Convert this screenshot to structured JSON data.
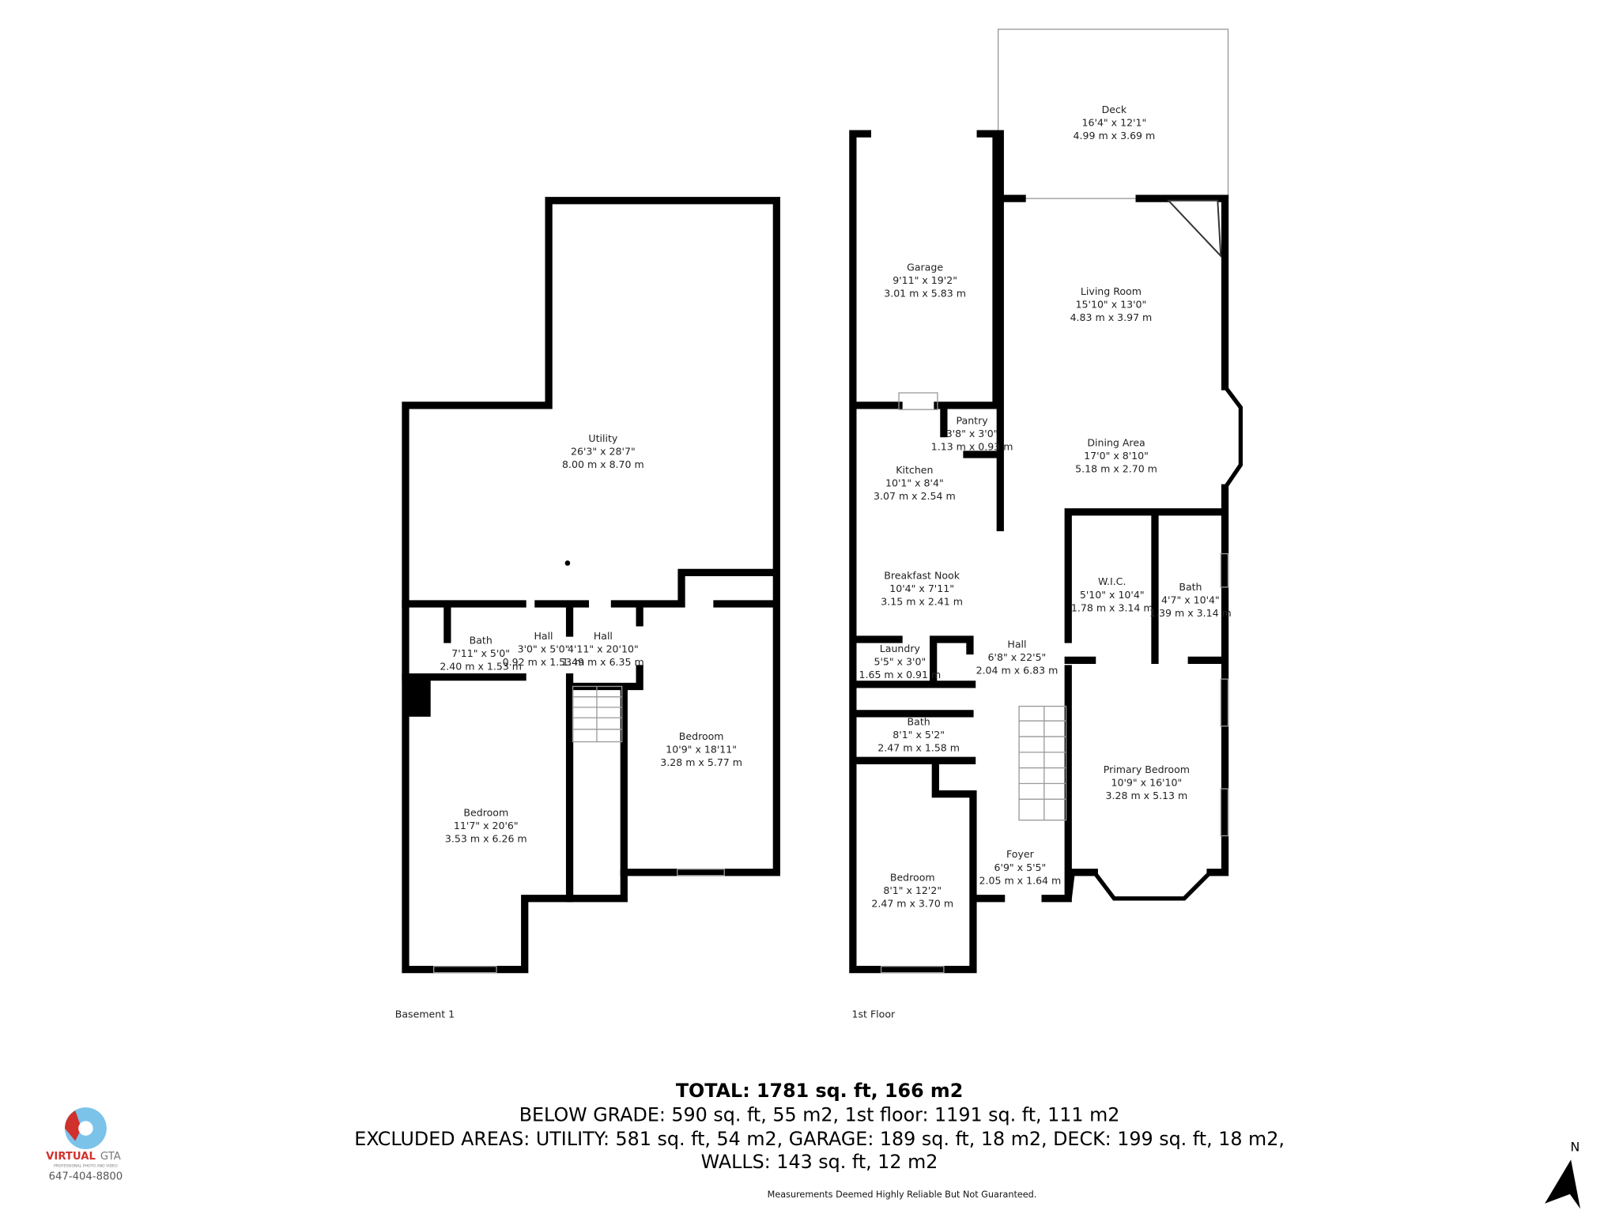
{
  "floors": [
    {
      "label": "Basement 1",
      "rooms": [
        {
          "name": "Utility",
          "imperial": "26'3\" x 28'7\"",
          "metric": "8.00 m x 8.70 m"
        },
        {
          "name": "Bath",
          "imperial": "7'11\" x 5'0\"",
          "metric": "2.40 m x 1.53 m"
        },
        {
          "name": "Hall",
          "imperial": "3'0\" x 5'0\"",
          "metric": "0.92 m x 1.53 m"
        },
        {
          "name": "Hall",
          "imperial": "4'11\" x 20'10\"",
          "metric": "1.49 m x 6.35 m"
        },
        {
          "name": "Bedroom",
          "imperial": "10'9\" x 18'11\"",
          "metric": "3.28 m x 5.77 m"
        },
        {
          "name": "Bedroom",
          "imperial": "11'7\" x 20'6\"",
          "metric": "3.53 m x 6.26 m"
        }
      ]
    },
    {
      "label": "1st Floor",
      "rooms": [
        {
          "name": "Deck",
          "imperial": "16'4\" x 12'1\"",
          "metric": "4.99 m x 3.69 m"
        },
        {
          "name": "Garage",
          "imperial": "9'11\" x 19'2\"",
          "metric": "3.01 m x 5.83 m"
        },
        {
          "name": "Living Room",
          "imperial": "15'10\" x 13'0\"",
          "metric": "4.83 m x 3.97 m"
        },
        {
          "name": "Pantry",
          "imperial": "3'8\" x 3'0\"",
          "metric": "1.13 m x 0.93 m"
        },
        {
          "name": "Kitchen",
          "imperial": "10'1\" x 8'4\"",
          "metric": "3.07 m x 2.54 m"
        },
        {
          "name": "Dining Area",
          "imperial": "17'0\" x 8'10\"",
          "metric": "5.18 m x 2.70 m"
        },
        {
          "name": "Breakfast Nook",
          "imperial": "10'4\" x 7'11\"",
          "metric": "3.15 m x 2.41 m"
        },
        {
          "name": "W.I.C.",
          "imperial": "5'10\" x 10'4\"",
          "metric": "1.78 m x 3.14 m"
        },
        {
          "name": "Bath",
          "imperial": "4'7\" x 10'4\"",
          "metric": "1.39 m x 3.14 m"
        },
        {
          "name": "Laundry",
          "imperial": "5'5\" x 3'0\"",
          "metric": "1.65 m x 0.91 m"
        },
        {
          "name": "Hall",
          "imperial": "6'8\" x 22'5\"",
          "metric": "2.04 m x 6.83 m"
        },
        {
          "name": "Bath",
          "imperial": "8'1\" x 5'2\"",
          "metric": "2.47 m x 1.58 m"
        },
        {
          "name": "Primary Bedroom",
          "imperial": "10'9\" x 16'10\"",
          "metric": "3.28 m x 5.13 m"
        },
        {
          "name": "Bedroom",
          "imperial": "8'1\" x 12'2\"",
          "metric": "2.47 m x 3.70 m"
        },
        {
          "name": "Foyer",
          "imperial": "6'9\" x 5'5\"",
          "metric": "2.05 m x 1.64 m"
        }
      ]
    }
  ],
  "summary": {
    "total": "TOTAL: 1781 sq. ft, 166 m2",
    "line1": "BELOW GRADE: 590 sq. ft, 55 m2, 1st floor: 1191 sq. ft, 111 m2",
    "line2": "EXCLUDED AREAS: UTILITY: 581 sq. ft, 54 m2, GARAGE: 189 sq. ft, 18 m2, DECK: 199 sq. ft, 18 m2,",
    "line3": "WALLS: 143 sq. ft, 12 m2",
    "disclaimer": "Measurements Deemed Highly Reliable But Not Guaranteed."
  },
  "logo": {
    "brand_red": "VIRTUAL",
    "brand_gray": "GTA",
    "tagline": "PROFESSIONAL PHOTO AND VIDEO",
    "phone": "647-404-8800",
    "colors": {
      "blue": "#7cc3ea",
      "red": "#d0312d",
      "gray": "#777777"
    }
  },
  "compass": {
    "label": "N",
    "icon": "north-arrow-icon"
  }
}
